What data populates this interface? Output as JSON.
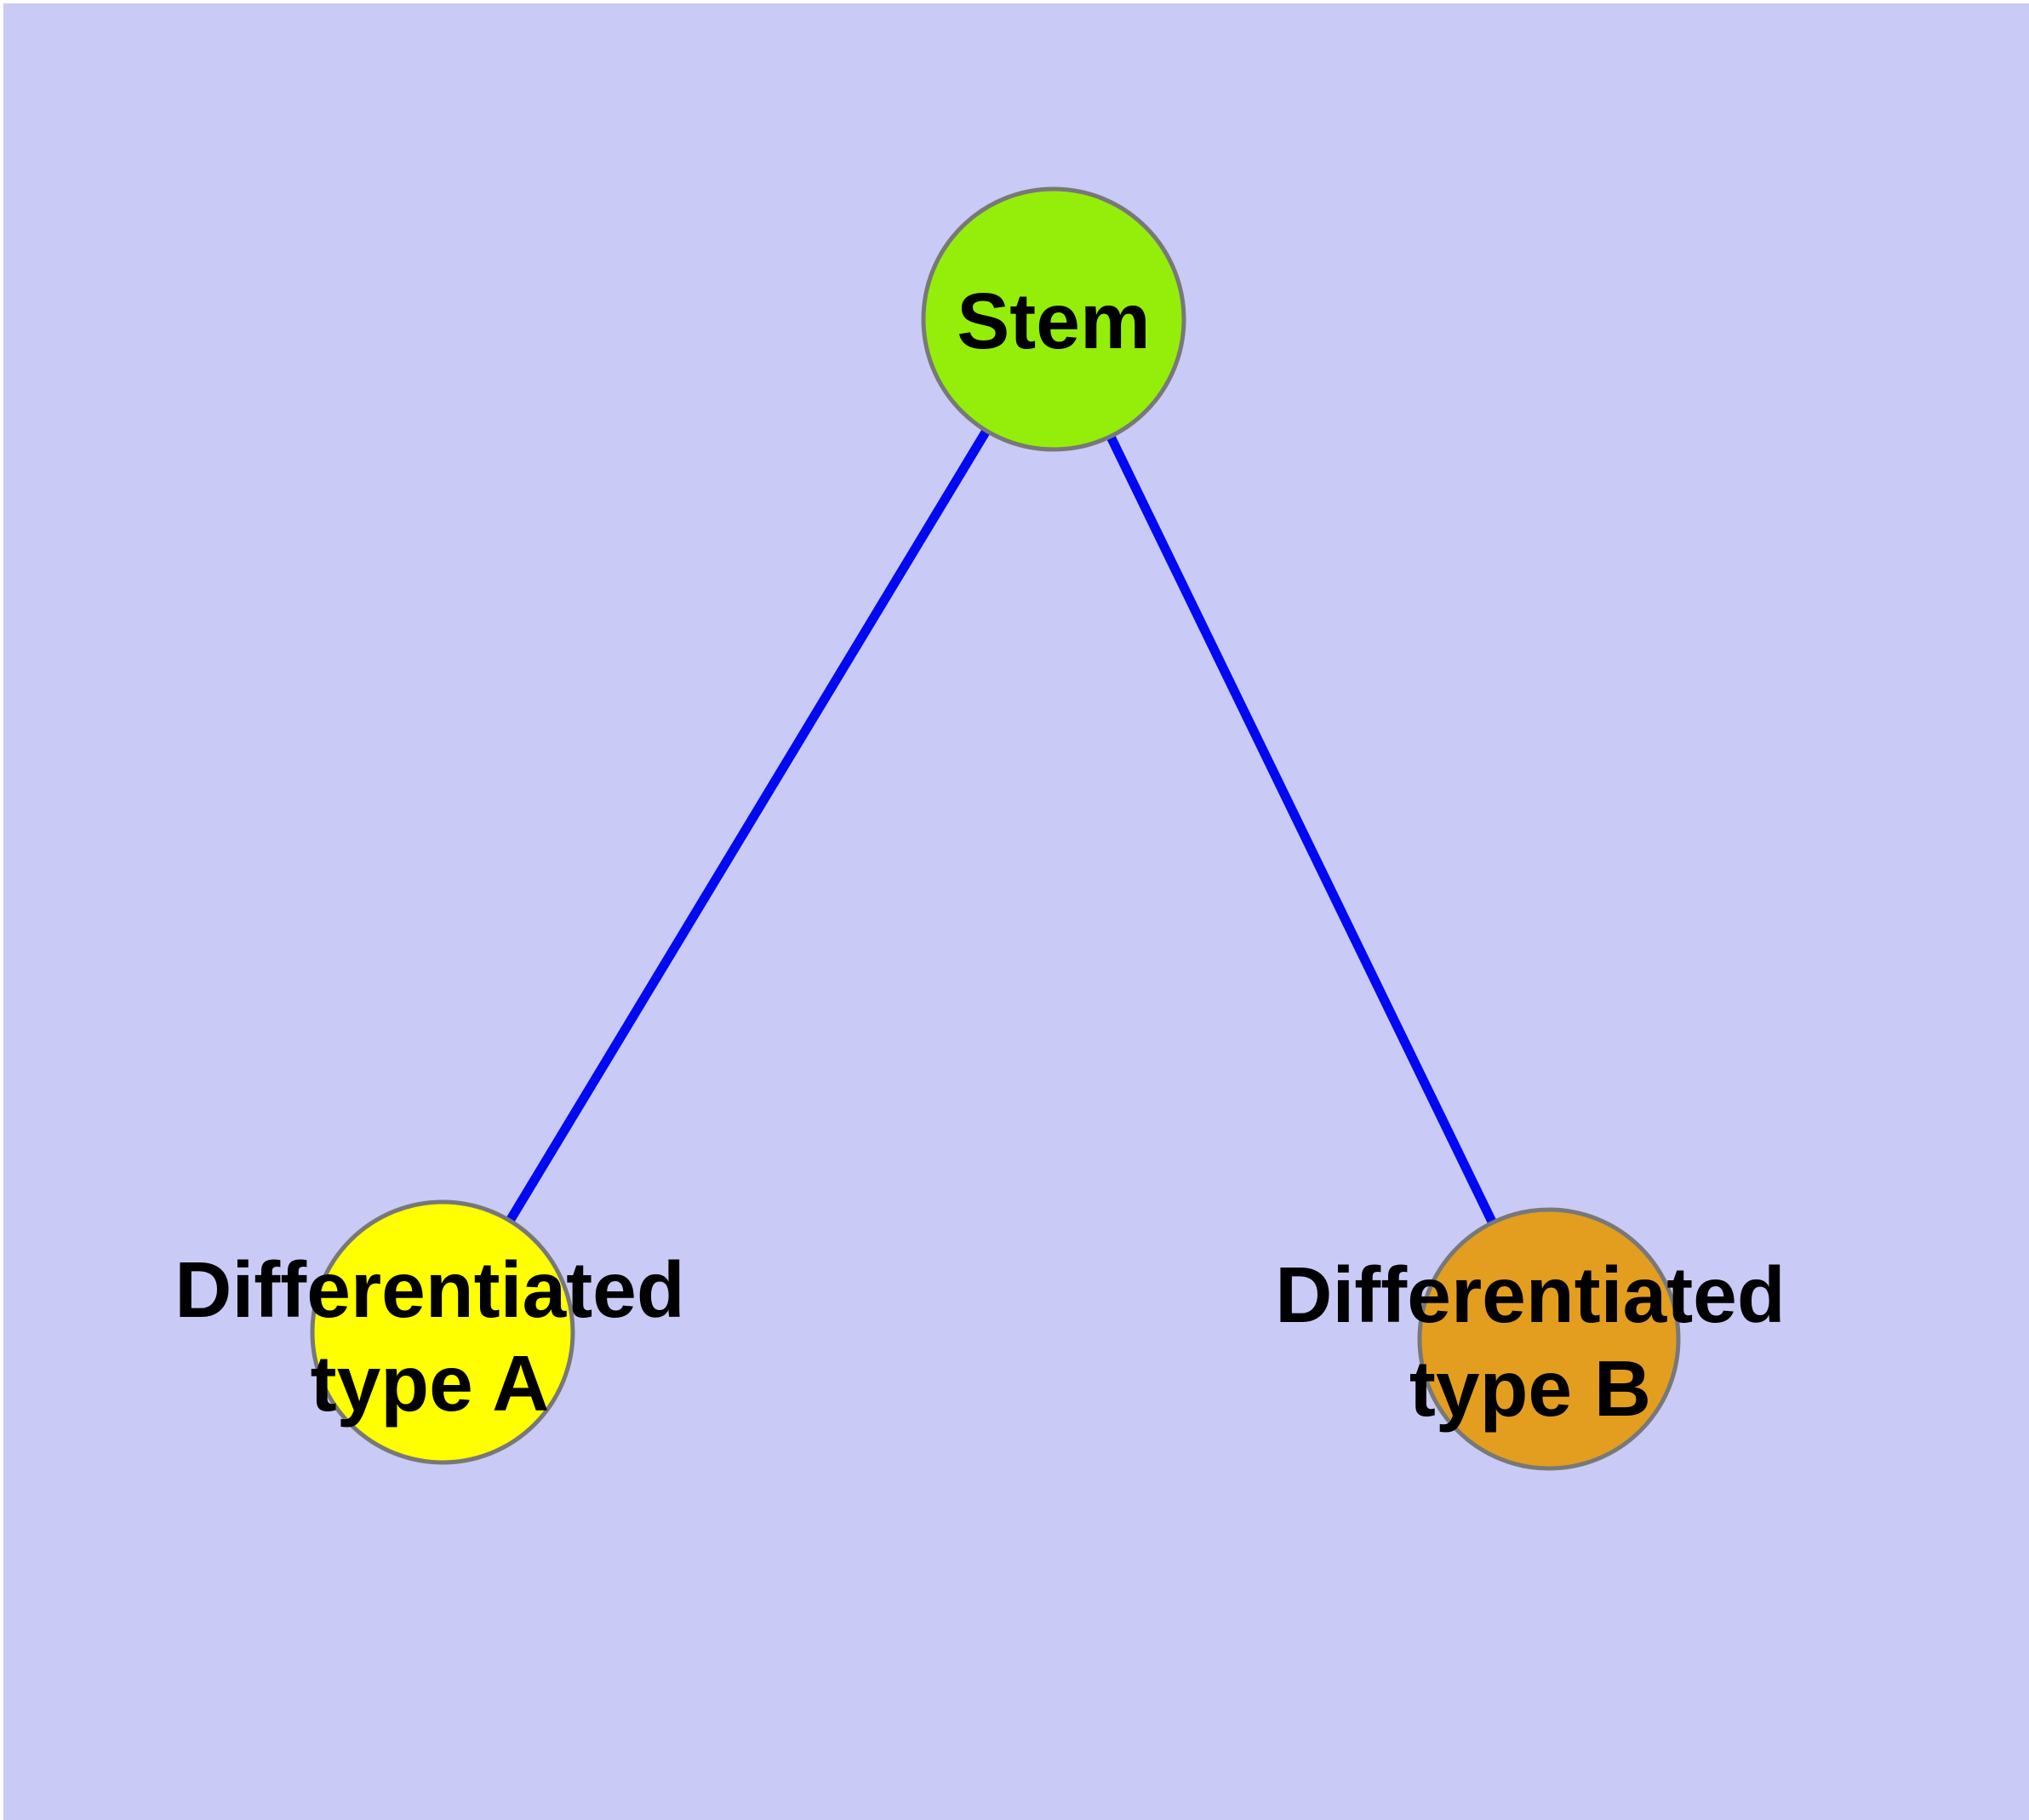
{
  "canvas": {
    "background_color": "#cacaf6",
    "margin_color": "#ffffff"
  },
  "graph": {
    "edge_color": "#0009f2",
    "node_border_color": "#787878",
    "label_color": "#000000",
    "nodes": [
      {
        "id": "stem",
        "label": "Stem",
        "label_line1": "Stem",
        "label_line2": "",
        "fill": "#94ee0a"
      },
      {
        "id": "differentiated-type-a",
        "label": "Differentiated type A",
        "label_line1": "Differentiated",
        "label_line2": "type A",
        "fill": "#ffff00"
      },
      {
        "id": "differentiated-type-b",
        "label": "Differentiated type B",
        "label_line1": "Differentiated",
        "label_line2": "type B",
        "fill": "#e39e1f"
      }
    ],
    "edges": [
      {
        "from": "Stem",
        "to": "Differentiated type A"
      },
      {
        "from": "Stem",
        "to": "Differentiated type B"
      }
    ]
  }
}
